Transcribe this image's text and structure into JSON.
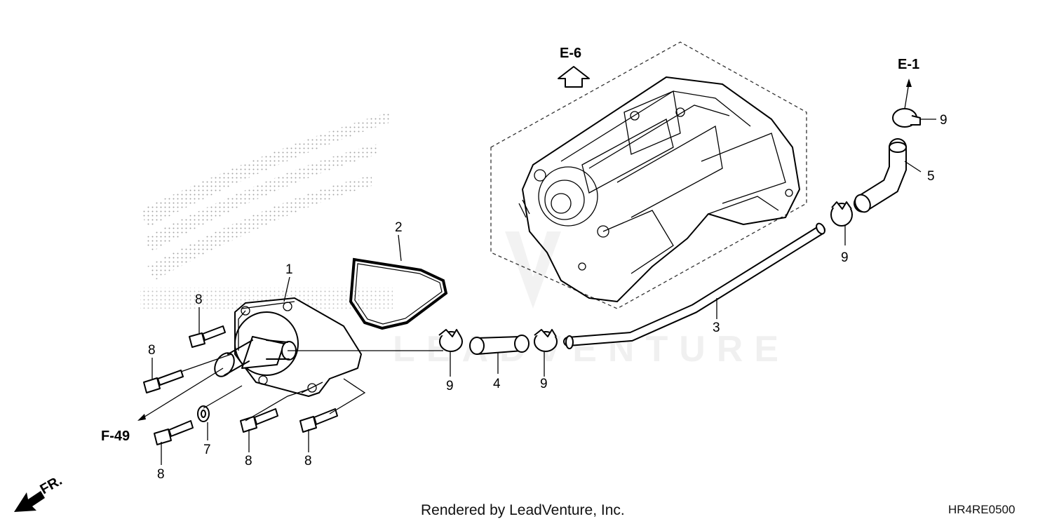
{
  "diagram": {
    "references": {
      "e6": "E-6",
      "e1": "E-1",
      "f49": "F-49",
      "fr": "FR."
    },
    "callouts": {
      "p1": "1",
      "p2": "2",
      "p3": "3",
      "p4": "4",
      "p5": "5",
      "p7": "7",
      "p8a": "8",
      "p8b": "8",
      "p8c": "8",
      "p8d": "8",
      "p8e": "8",
      "p9a": "9",
      "p9b": "9",
      "p9c": "9",
      "p9d": "9"
    },
    "watermark": "LEADVENTURE"
  },
  "footer": {
    "credit": "Rendered by LeadVenture, Inc.",
    "code": "HR4RE0500"
  }
}
